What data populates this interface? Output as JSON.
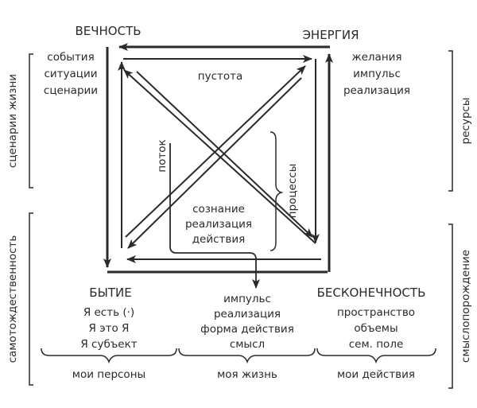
{
  "corners": {
    "top_left": "ВЕЧНОСТЬ",
    "top_right": "ЭНЕРГИЯ",
    "bottom_left": "БЫТИЕ",
    "bottom_right": "БЕСКОНЕЧНОСТЬ"
  },
  "top_left_list": [
    "события",
    "ситуации",
    "сценарии"
  ],
  "top_right_list": [
    "желания",
    "импульс",
    "реализация"
  ],
  "center": {
    "top": "пустота",
    "flow": "поток",
    "processes": "процессы",
    "middle_list": [
      "сознание",
      "реализация",
      "действия"
    ]
  },
  "bottom": {
    "left_list": [
      "Я есть (·)",
      "Я это Я",
      "Я субъект"
    ],
    "middle_list": [
      "импульс",
      "реализация",
      "форма действия",
      "смысл"
    ],
    "right_list": [
      "пространство",
      "объемы",
      "сем. поле"
    ],
    "left_caption": "мои персоны",
    "middle_caption": "моя жизнь",
    "right_caption": "мои действия"
  },
  "sides": {
    "left_top": "сценарии жизни",
    "left_bottom": "самотождественность",
    "right_top": "ресурсы",
    "right_bottom": "смыслопорождение"
  }
}
